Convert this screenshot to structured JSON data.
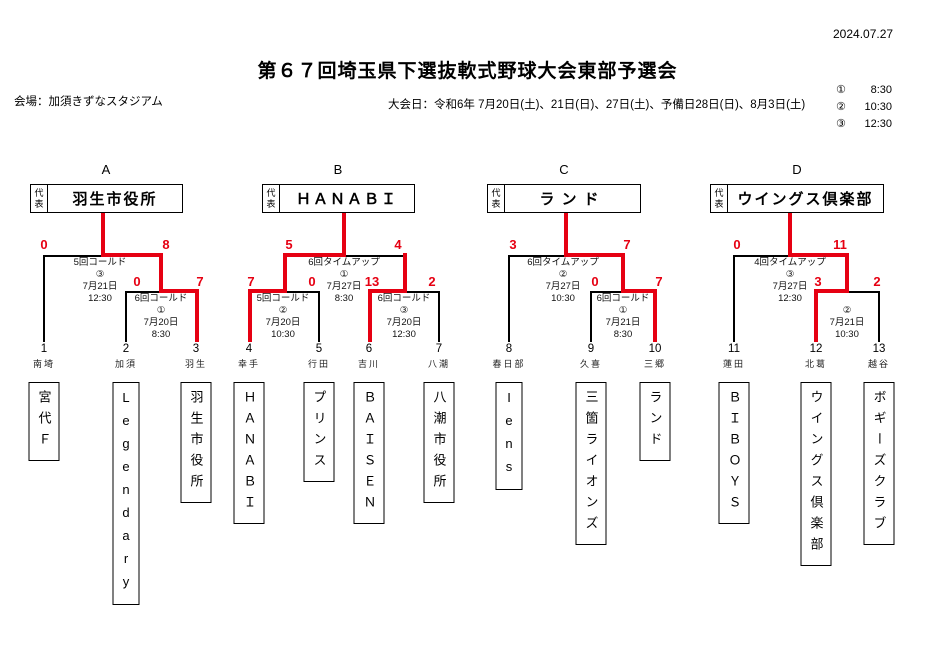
{
  "header": {
    "date": "2024.07.27",
    "title": "第６７回埼玉県下選抜軟式野球大会東部予選会",
    "venue": "会場：加須きずなスタジアム",
    "schedule": "大会日：令和6年 7月20日(土)、21日(日)、27日(土)、予備日28日(日)、8月3日(土)",
    "time_legend": [
      {
        "mark": "①",
        "time": "8:30"
      },
      {
        "mark": "②",
        "time": "10:30"
      },
      {
        "mark": "③",
        "time": "12:30"
      }
    ]
  },
  "blocks": [
    {
      "letter": "A",
      "rep_label": "代表",
      "winner": "羽生市役所"
    },
    {
      "letter": "B",
      "rep_label": "代表",
      "winner": "ＨＡＮＡＢＩ"
    },
    {
      "letter": "C",
      "rep_label": "代表",
      "winner": "ランド"
    },
    {
      "letter": "D",
      "rep_label": "代表",
      "winner": "ウイングス倶楽部"
    }
  ],
  "matches": [
    {
      "id": "a-final",
      "score_left": "0",
      "score_right": "8",
      "result": "5回コールド",
      "game_no": "③",
      "date": "7月21日",
      "time": "12:30"
    },
    {
      "id": "a-semi",
      "score_left": "0",
      "score_right": "7",
      "result": "6回コールド",
      "game_no": "①",
      "date": "7月20日",
      "time": "8:30"
    },
    {
      "id": "b-final",
      "score_left": "5",
      "score_right": "4",
      "result": "6回タイムアップ",
      "game_no": "①",
      "date": "7月27日",
      "time": "8:30"
    },
    {
      "id": "b-semi-left",
      "score_left": "7",
      "score_right": "0",
      "result": "5回コールド",
      "game_no": "②",
      "date": "7月20日",
      "time": "10:30"
    },
    {
      "id": "b-semi-right",
      "score_left": "13",
      "score_right": "2",
      "result": "6回コールド",
      "game_no": "③",
      "date": "7月20日",
      "time": "12:30"
    },
    {
      "id": "c-final",
      "score_left": "3",
      "score_right": "7",
      "result": "6回タイムアップ",
      "game_no": "②",
      "date": "7月27日",
      "time": "10:30"
    },
    {
      "id": "c-semi",
      "score_left": "0",
      "score_right": "7",
      "result": "6回コールド",
      "game_no": "①",
      "date": "7月21日",
      "time": "8:30"
    },
    {
      "id": "d-final",
      "score_left": "0",
      "score_right": "11",
      "result": "4回タイムアップ",
      "game_no": "③",
      "date": "7月27日",
      "time": "12:30"
    },
    {
      "id": "d-semi",
      "score_left": "3",
      "score_right": "2",
      "result": "",
      "game_no": "②",
      "date": "7月21日",
      "time": "10:30"
    }
  ],
  "teams": [
    {
      "no": "1",
      "district": "南埼",
      "name": "宮代Ｆ"
    },
    {
      "no": "2",
      "district": "加須",
      "name": "Legendary"
    },
    {
      "no": "3",
      "district": "羽生",
      "name": "羽生市役所"
    },
    {
      "no": "4",
      "district": "幸手",
      "name": "ＨＡＮＡＢＩ"
    },
    {
      "no": "5",
      "district": "行田",
      "name": "プリンス"
    },
    {
      "no": "6",
      "district": "吉川",
      "name": "ＢＡＩＳＥＮ"
    },
    {
      "no": "7",
      "district": "八潮",
      "name": "八潮市役所"
    },
    {
      "no": "8",
      "district": "春日部",
      "name": "Iens"
    },
    {
      "no": "9",
      "district": "久喜",
      "name": "三箇ライオンズ"
    },
    {
      "no": "10",
      "district": "三郷",
      "name": "ランド"
    },
    {
      "no": "11",
      "district": "蓮田",
      "name": "ＢＩＢＯＹＳ"
    },
    {
      "no": "12",
      "district": "北葛",
      "name": "ウイングス倶楽部"
    },
    {
      "no": "13",
      "district": "越谷",
      "name": "ボギーズクラブ"
    }
  ],
  "colors": {
    "accent_red": "#e60012",
    "line_black": "#000000"
  }
}
